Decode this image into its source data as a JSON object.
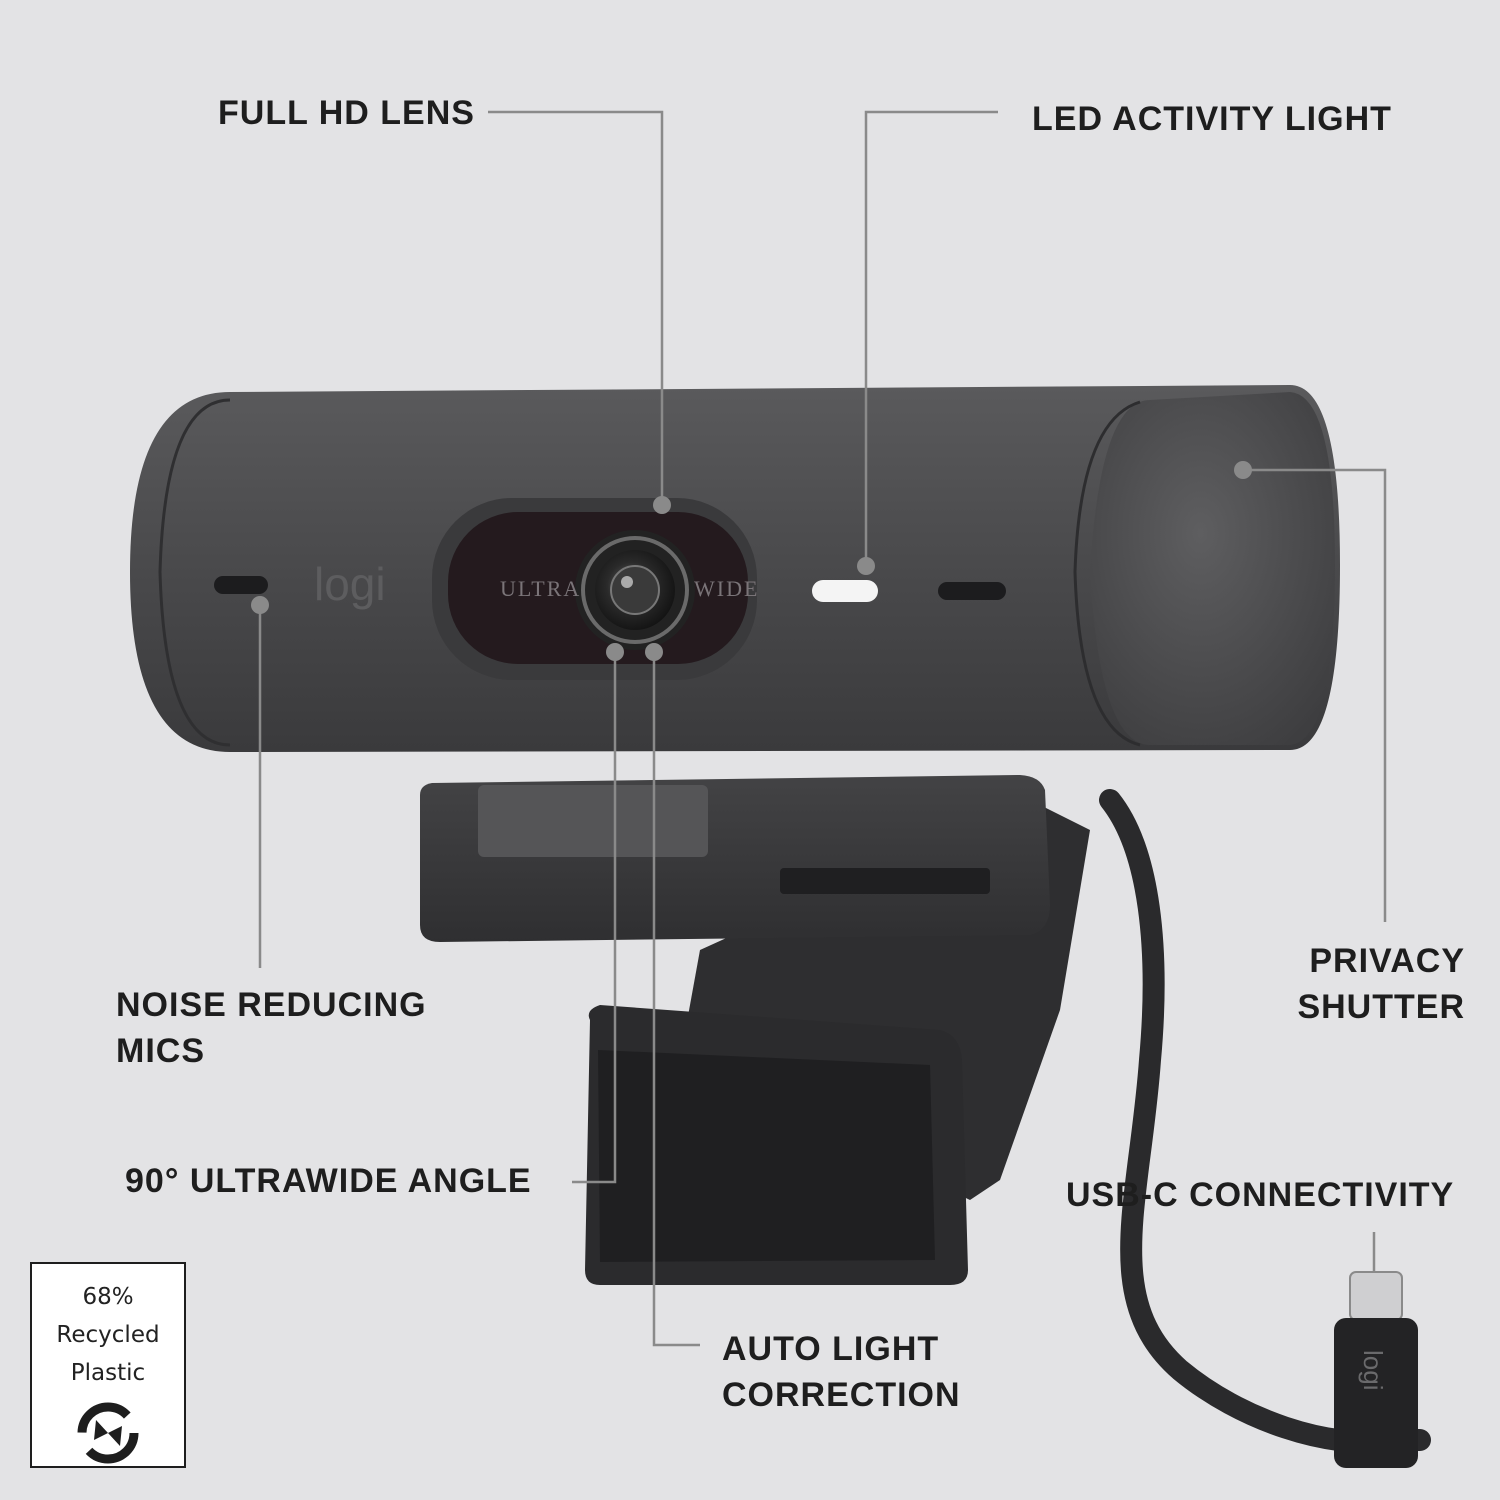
{
  "callouts": {
    "full_hd_lens": "FULL HD LENS",
    "led_activity_light": "LED ACTIVITY LIGHT",
    "noise_reducing_mics": [
      "NOISE REDUCING",
      "MICS"
    ],
    "privacy_shutter": [
      "PRIVACY",
      "SHUTTER"
    ],
    "ultrawide_angle": "90° ULTRAWIDE ANGLE",
    "usb_c_connectivity": "USB-C CONNECTIVITY",
    "auto_light_correction": [
      "AUTO LIGHT",
      "CORRECTION"
    ]
  },
  "camera": {
    "brand_logo": "logi",
    "lens_text_left": "ULTRA",
    "lens_text_right": "WIDE",
    "cable_brand": "logi"
  },
  "badge": {
    "line1": "68%",
    "line2": "Recycled",
    "line3": "Plastic",
    "icon": "recycle-icon"
  },
  "colors": {
    "background": "#e3e3e5",
    "body": "#4a4a4c",
    "callout_line": "#8a8a8a",
    "text": "#1e1e1e"
  }
}
